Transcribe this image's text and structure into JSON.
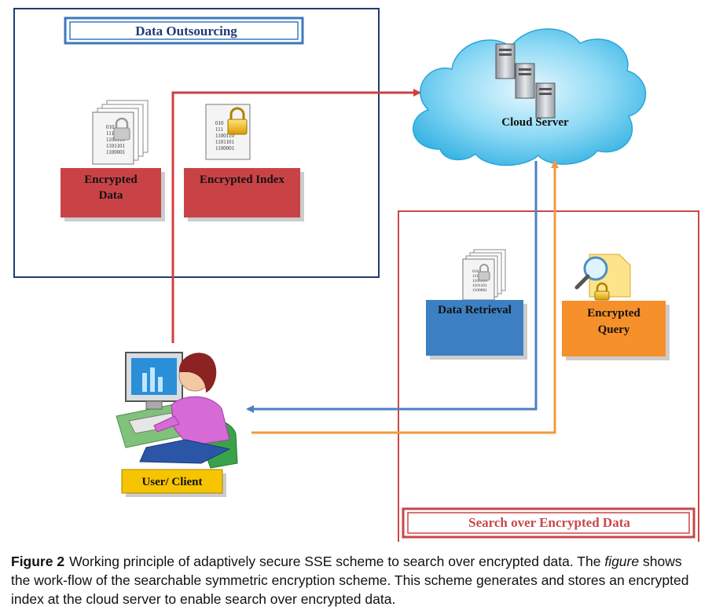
{
  "diagram": {
    "data_outsourcing": {
      "title": "Data Outsourcing"
    },
    "encrypted_data": {
      "label_lines": [
        "Encrypted",
        "Data"
      ],
      "doc_lines": [
        "010",
        "111",
        "1100110",
        "1101101",
        "1100001"
      ]
    },
    "encrypted_index": {
      "label": "Encrypted Index",
      "doc_lines": [
        "010",
        "111",
        "1100110",
        "1101101",
        "1100001"
      ]
    },
    "cloud_server": {
      "label": "Cloud Server"
    },
    "search_over_encrypted": {
      "title": "Search over Encrypted Data"
    },
    "data_retrieval": {
      "label": "Data Retrieval",
      "doc_lines": [
        "010",
        "111",
        "1100110",
        "1101101",
        "1100001"
      ]
    },
    "encrypted_query": {
      "label_lines": [
        "Encrypted",
        "Query"
      ]
    },
    "user_client": {
      "label": "User/ Client"
    }
  },
  "colors": {
    "blue_frame": "#1f3b73",
    "red_frame": "#c9474a",
    "red_box": "#c94346",
    "blue_box": "#3c7fc2",
    "orange_box": "#f6902a",
    "yellow_box": "#f6c400",
    "arrow_red": "#d33f3f",
    "arrow_blue": "#4b7fc1",
    "arrow_orange": "#f39a3c",
    "cloud": "#5ec7ec"
  },
  "caption": {
    "label": "Figure 2",
    "text_before": "Working principle of adaptively secure SSE scheme to search over encrypted data. The",
    "italic": "figure",
    "text_after": "shows the work-flow of the searchable symmetric encryption scheme. This scheme generates and stores an encrypted index at the cloud server to enable search over encrypted data."
  }
}
